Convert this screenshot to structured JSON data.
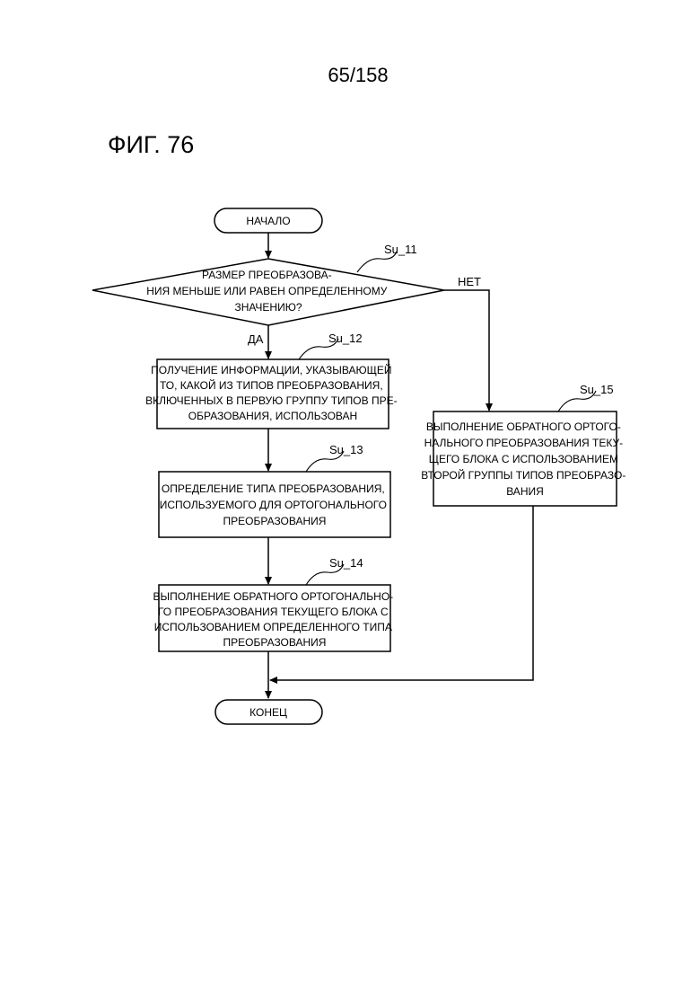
{
  "page_number": "65/158",
  "figure_label": "ФИГ. 76",
  "colors": {
    "ink": "#000000",
    "background": "#ffffff"
  },
  "nodes": {
    "start": {
      "text": "НАЧАЛО"
    },
    "decision": {
      "step_id": "Su_11",
      "lines": [
        "РАЗМЕР ПРЕОБРАЗОВА-",
        "НИЯ МЕНЬШЕ ИЛИ РАВЕН ОПРЕДЕЛЕННОМУ",
        "ЗНАЧЕНИЮ?"
      ],
      "yes_label": "ДА",
      "no_label": "НЕТ"
    },
    "step12": {
      "step_id": "Su_12",
      "lines": [
        "ПОЛУЧЕНИЕ ИНФОРМАЦИИ, УКАЗЫВАЮЩЕЙ",
        "ТО, КАКОЙ ИЗ ТИПОВ ПРЕОБРАЗОВАНИЯ,",
        "ВКЛЮЧЕННЫХ В ПЕРВУЮ ГРУППУ ТИПОВ ПРЕ-",
        "ОБРАЗОВАНИЯ, ИСПОЛЬЗОВАН"
      ]
    },
    "step13": {
      "step_id": "Su_13",
      "lines": [
        "ОПРЕДЕЛЕНИЕ ТИПА ПРЕОБРАЗОВАНИЯ,",
        "ИСПОЛЬЗУЕМОГО ДЛЯ ОРТОГОНАЛЬНОГО",
        "ПРЕОБРАЗОВАНИЯ"
      ]
    },
    "step14": {
      "step_id": "Su_14",
      "lines": [
        "ВЫПОЛНЕНИЕ ОБРАТНОГО ОРТОГОНАЛЬНО-",
        "ГО ПРЕОБРАЗОВАНИЯ ТЕКУЩЕГО БЛОКА С",
        "ИСПОЛЬЗОВАНИЕМ ОПРЕДЕЛЕННОГО ТИПА",
        "ПРЕОБРАЗОВАНИЯ"
      ]
    },
    "step15": {
      "step_id": "Su_15",
      "lines": [
        "ВЫПОЛНЕНИЕ ОБРАТНОГО ОРТОГО-",
        "НАЛЬНОГО ПРЕОБРАЗОВАНИЯ ТЕКУ-",
        "ЩЕГО БЛОКА С ИСПОЛЬЗОВАНИЕМ",
        "ВТОРОЙ ГРУППЫ ТИПОВ ПРЕОБРАЗО-",
        "ВАНИЯ"
      ]
    },
    "end": {
      "text": "КОНЕЦ"
    }
  }
}
